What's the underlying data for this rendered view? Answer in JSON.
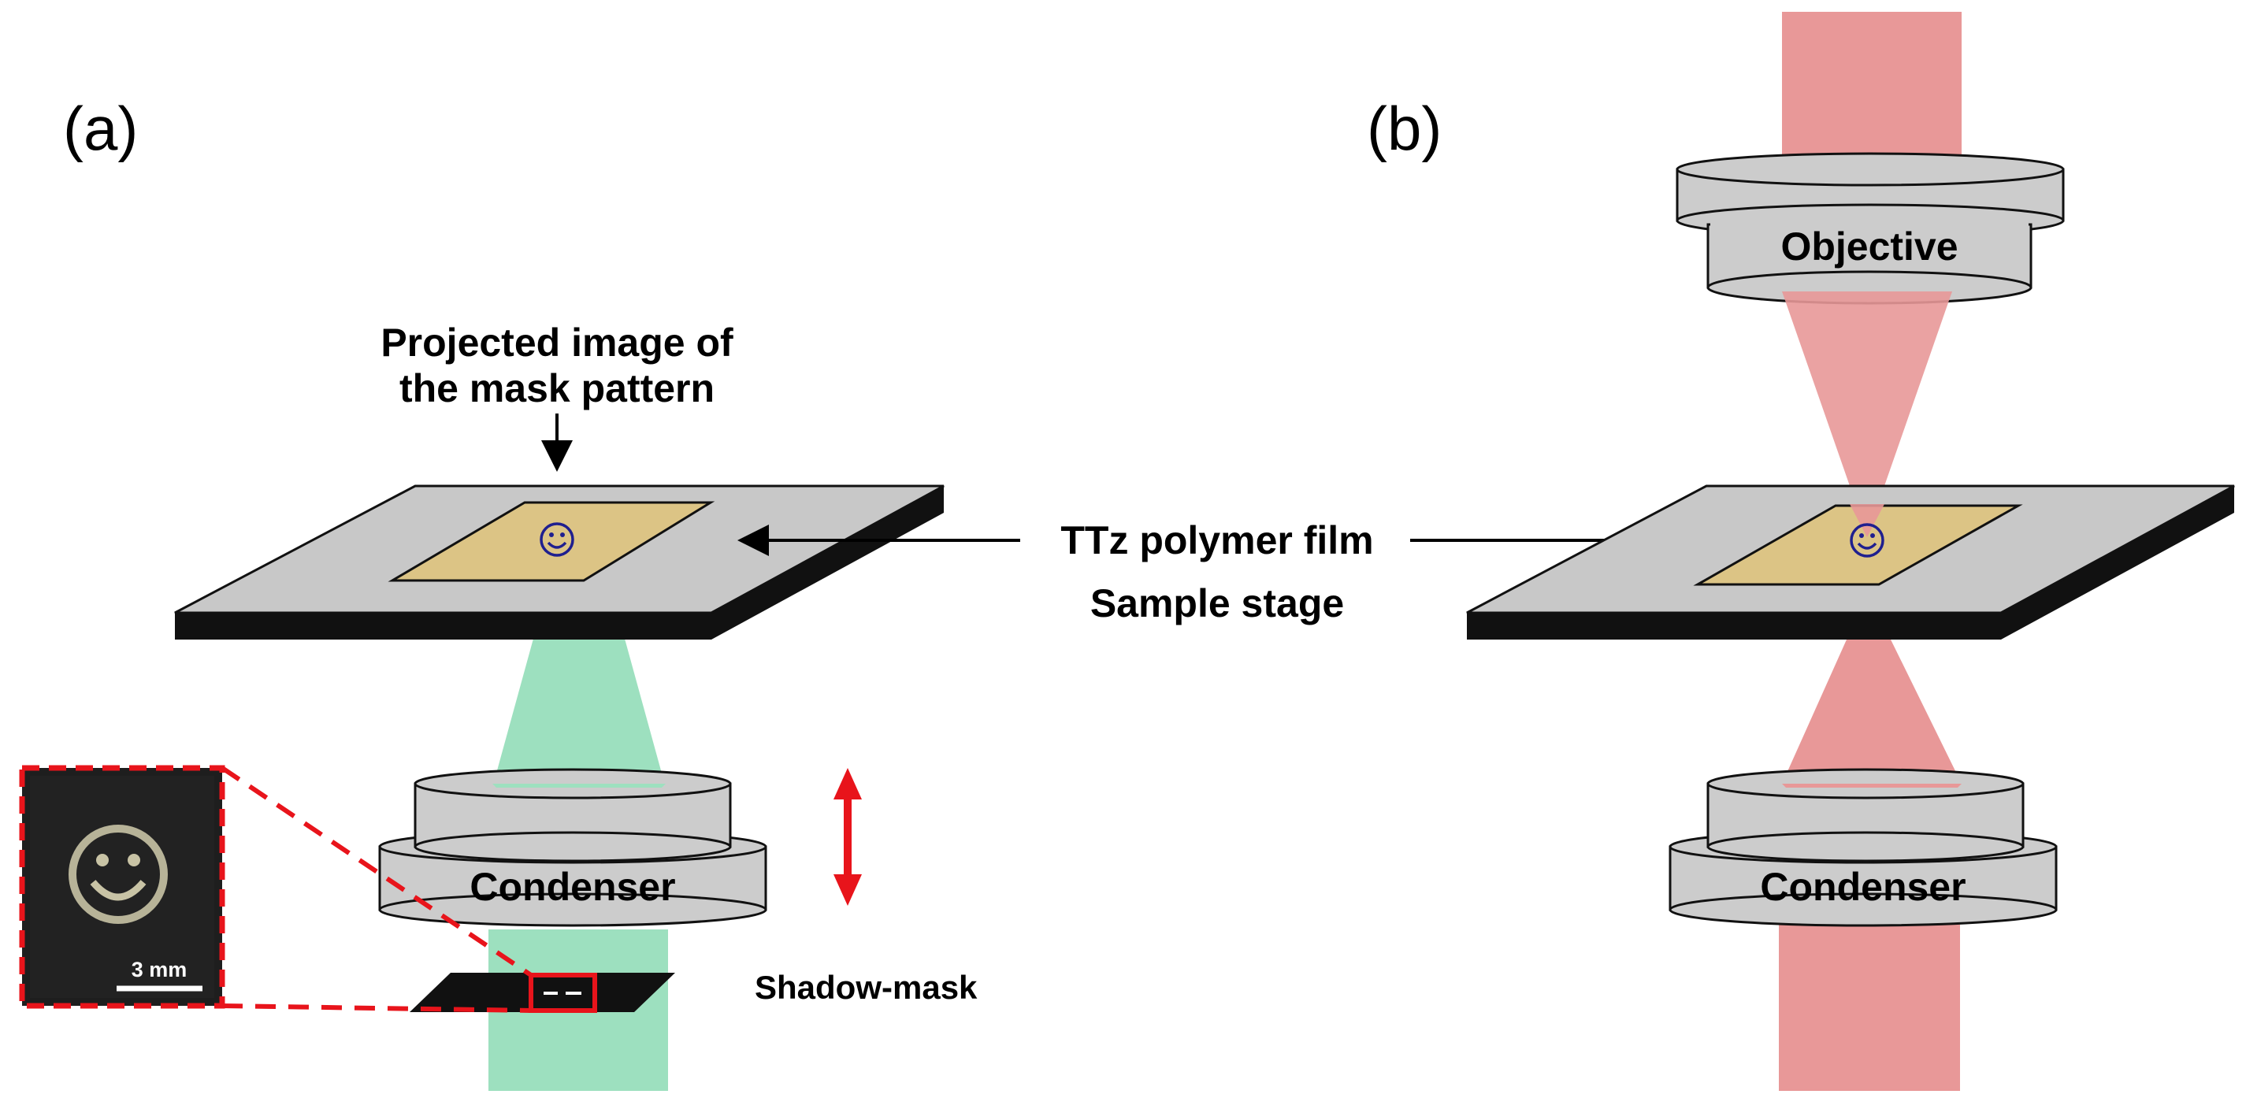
{
  "panel_a": {
    "label": "(a)",
    "projected_image_label_line1": "Projected image of",
    "projected_image_label_line2": "the mask pattern",
    "condenser_label": "Condenser",
    "shadow_mask_label": "Shadow-mask",
    "inset_scale_label": "3 mm"
  },
  "panel_b": {
    "label": "(b)",
    "objective_label": "Objective",
    "condenser_label": "Condenser"
  },
  "shared": {
    "film_label": "TTz polymer film",
    "stage_label": "Sample stage"
  },
  "colors": {
    "green_beam": "#9de0bf",
    "red_beam": "#e89898",
    "film": "#dcc485",
    "stage_top": "#c8c8c8",
    "stage_side": "#111111",
    "lens_body": "#cccccc",
    "accent_red": "#e8141b",
    "smiley": "#1f1f8f"
  },
  "icons": {
    "smiley": "smiley-icon",
    "double_arrow": "vertical-double-arrow-icon"
  }
}
